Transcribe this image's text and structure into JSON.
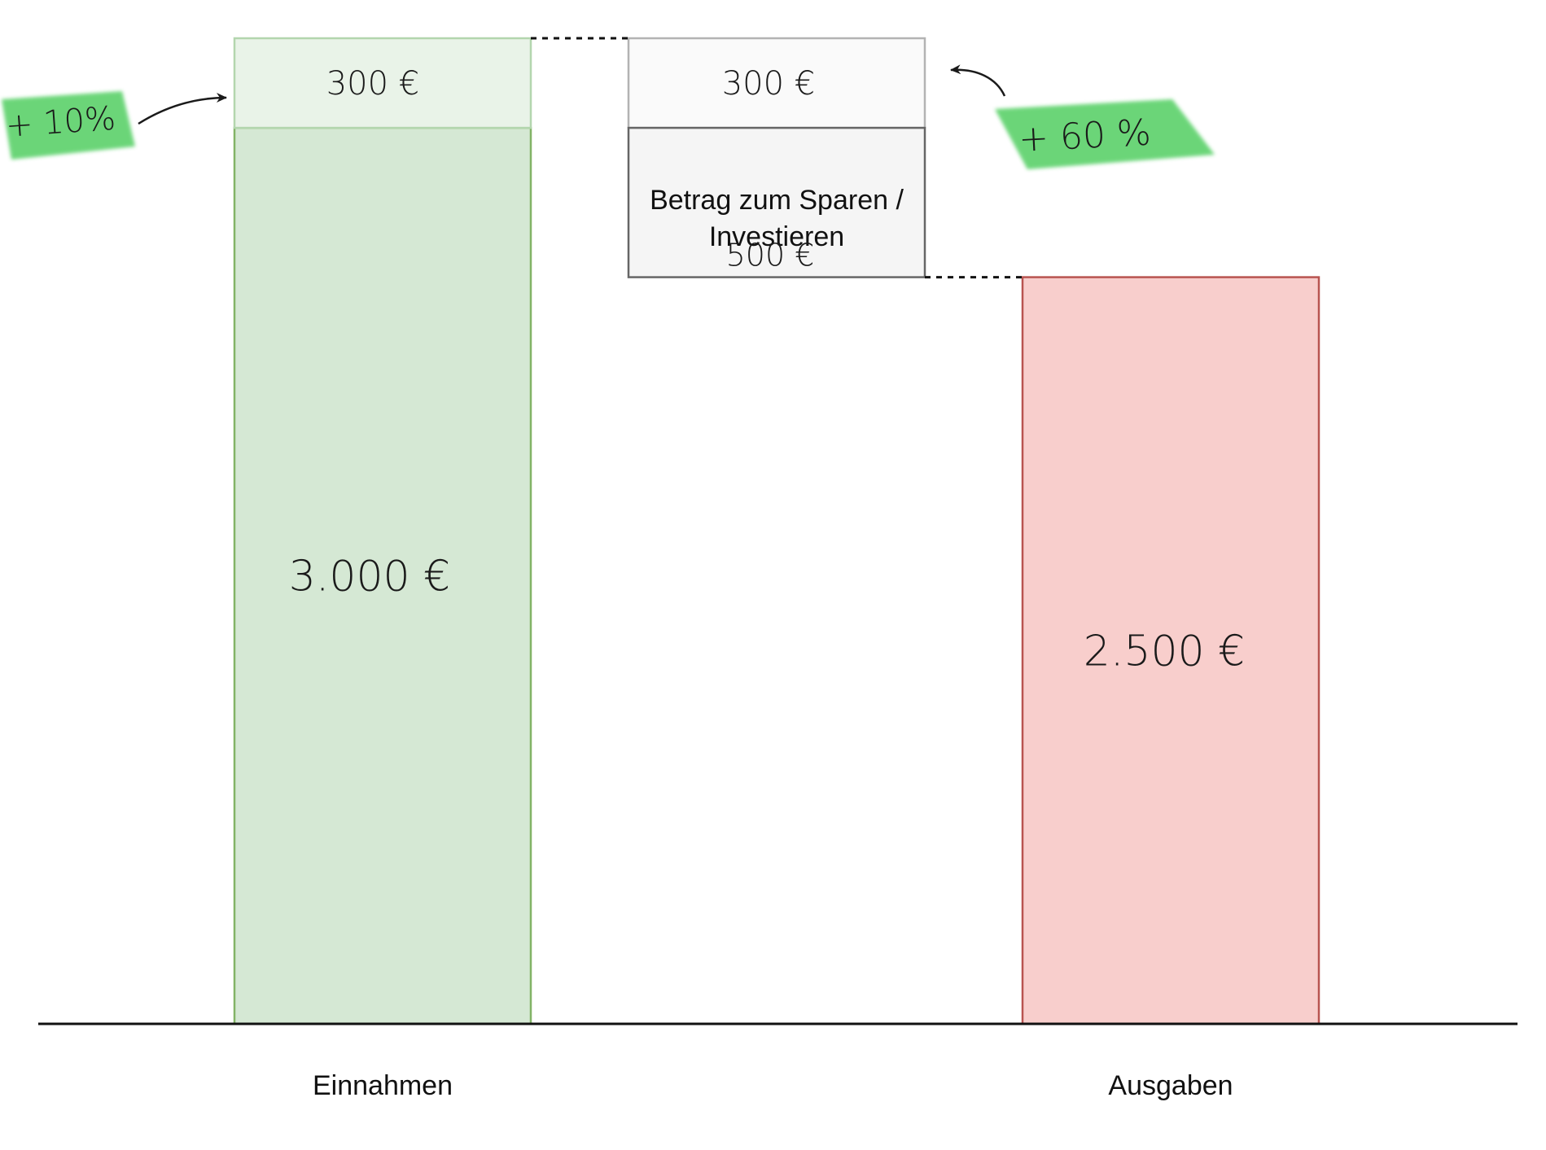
{
  "chart_data": {
    "type": "bar",
    "title": "",
    "categories": [
      "Einnahmen",
      "Ausgaben"
    ],
    "segments": {
      "einnahmen_base": {
        "value": 3000,
        "label": "3.000 €",
        "color": "#d5e8d4",
        "stroke": "#82b366"
      },
      "einnahmen_increase": {
        "value": 300,
        "label": "300 €",
        "color": "#e9f3e8",
        "stroke": "#b3d6ae"
      },
      "sparen": {
        "value": 500,
        "label": "500 €",
        "title_line1": "Betrag zum Sparen /",
        "title_line2": "Investieren",
        "color": "#f5f5f5",
        "stroke": "#666666"
      },
      "sparen_increase": {
        "value": 300,
        "label": "300 €",
        "color": "#fafafa",
        "stroke": "#b3b3b3"
      },
      "ausgaben": {
        "value": 2500,
        "label": "2.500 €",
        "color": "#f8cecc",
        "stroke": "#b85450"
      }
    },
    "annotations": [
      {
        "text": "+ 10%",
        "target": "einnahmen_increase",
        "highlight": "#5cd16b"
      },
      {
        "text": "+ 60 %",
        "target": "sparen_increase",
        "highlight": "#5cd16b"
      }
    ],
    "ylim": [
      0,
      3300
    ]
  }
}
